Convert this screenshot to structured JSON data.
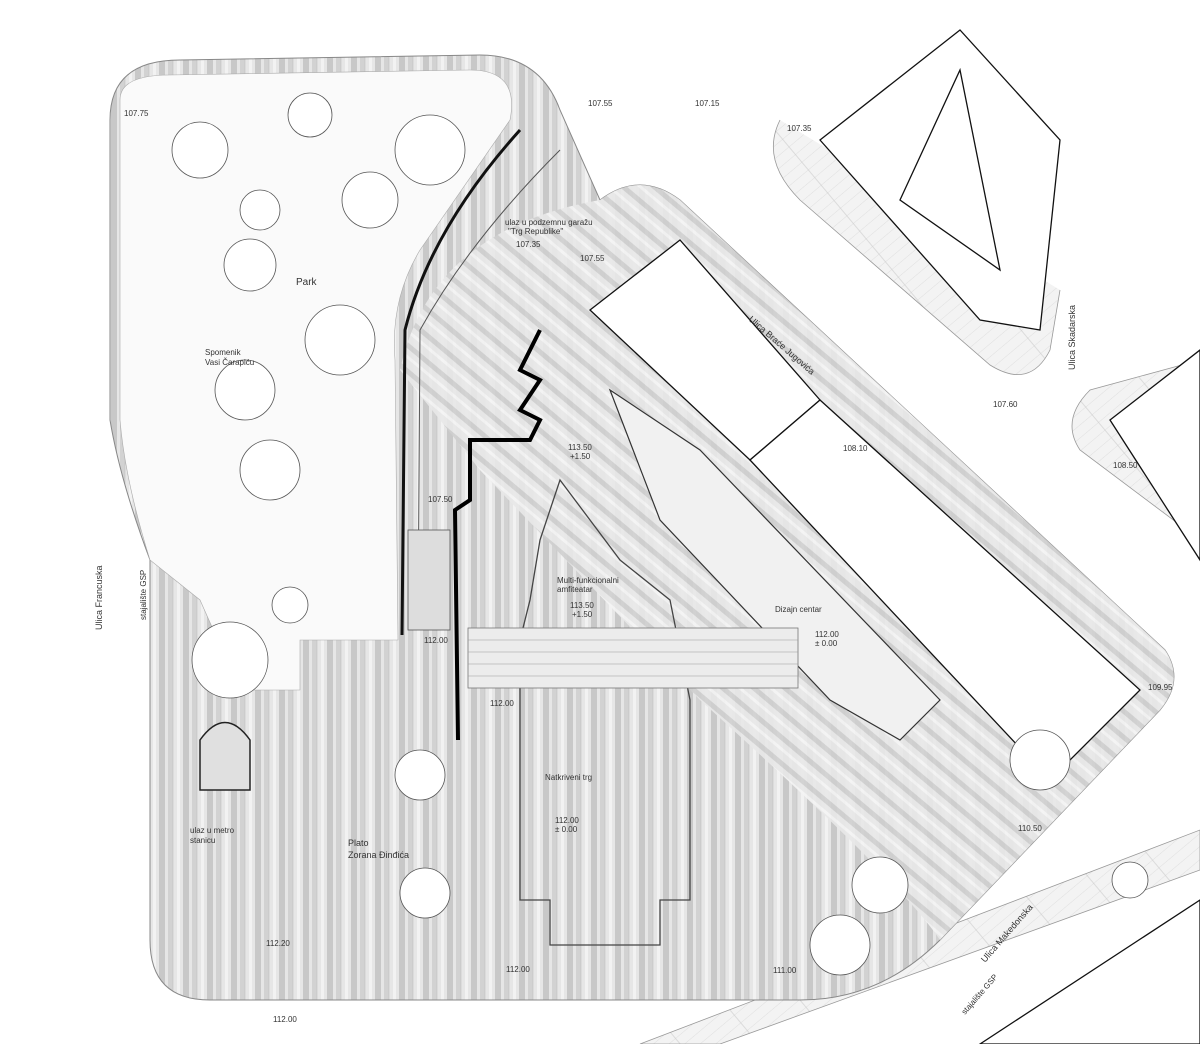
{
  "plan": {
    "places": {
      "park": "Park",
      "monument": [
        "Spomenik",
        "Vasi Čarapiću"
      ],
      "garage_entrance": [
        "ulaz u podzemnu garažu",
        "\"Trg Republike\""
      ],
      "amphitheatre": [
        "Multi-funkcionalni",
        "amfiteatar"
      ],
      "design_center": "Dizajn centar",
      "covered_square": "Natkriveni trg",
      "metro_entrance": [
        "ulaz u metro",
        "stanicu"
      ],
      "plateau": [
        "Plato",
        "Zorana Đinđića"
      ]
    },
    "streets": {
      "francuska": "Ulica Francuska",
      "bus_stop_west": "stajalište GSP",
      "brace_jugovica": "Ulica Braće Jugovića",
      "skadarska": "Ulica Skadarska",
      "makedonska": "Ulica Makedonska",
      "bus_stop_south": "stajalište GSP"
    },
    "elevations": {
      "e1": "107.75",
      "e2": "107.55",
      "e3": "107.15",
      "e4": "107.35",
      "e5": "107.35",
      "e6": "107.55",
      "e7": "107.60",
      "e8": "108.10",
      "e9": "108.50",
      "e10": [
        "113.50",
        "+1.50"
      ],
      "e11": "107.50",
      "e12": [
        "113.50",
        "+1.50"
      ],
      "e13": [
        "112.00",
        "± 0.00"
      ],
      "e14": "112.00",
      "e15": "109.95",
      "e16": "112.00",
      "e17": [
        "112.00",
        "± 0.00"
      ],
      "e18": "110.50",
      "e19": "112.20",
      "e20": "112.00",
      "e21": "111.00",
      "e22": "112.00"
    }
  }
}
